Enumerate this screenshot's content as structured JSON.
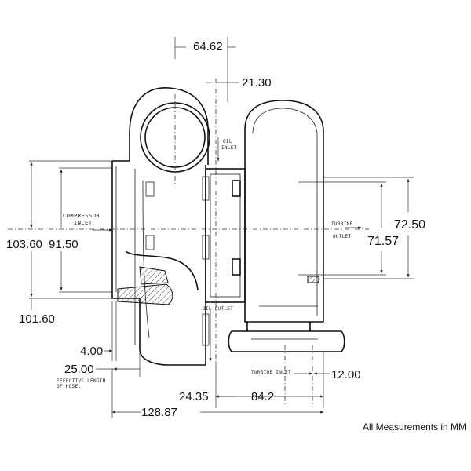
{
  "dimensions": {
    "top_width": "64.62",
    "oil_inlet_offset": "21.30",
    "compressor_flange_od": "103.60",
    "compressor_inlet_id": "91.50",
    "compressor_bottom": "101.60",
    "turbine_outlet_od": "72.50",
    "turbine_outlet_id": "71.57",
    "hose_lip": "4.00",
    "hose_length": "25.00",
    "oil_outlet_offset": "24.35",
    "turbine_inlet_offset": "84.2",
    "turbine_flange": "12.00",
    "overall_length": "128.87"
  },
  "labels": {
    "oil_inlet_1": "OIL",
    "oil_inlet_2": "INLET",
    "compressor_inlet_1": "COMPRESSOR",
    "compressor_inlet_2": "INLET",
    "turbine_outlet_1": "TURBINE",
    "turbine_outlet_2": "OUTLET",
    "oil_outlet": "OIL OUTLET",
    "turbine_inlet": "TURBINE INLET",
    "hose_note_1": "EFFECTIVE LENGTH",
    "hose_note_2": "OF HOSE."
  },
  "footer": {
    "note": "All Measurements in MM"
  }
}
